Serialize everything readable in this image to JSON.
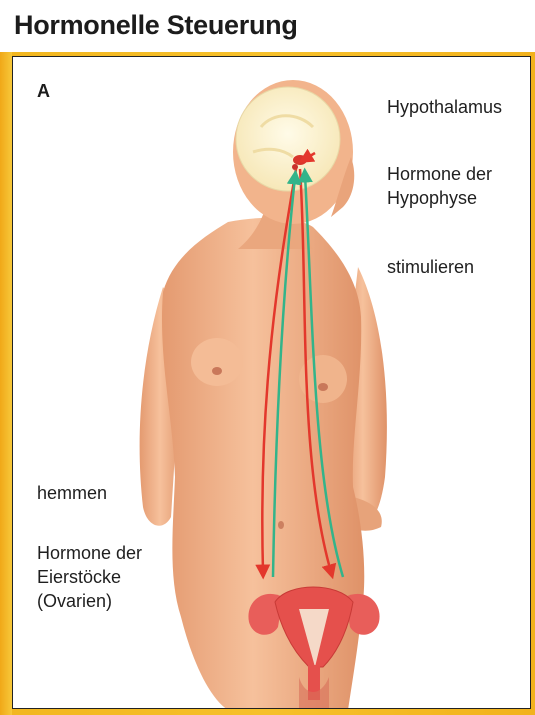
{
  "header": {
    "title": "Hormonelle Steuerung"
  },
  "panel": {
    "letter": "A"
  },
  "labels": {
    "hypothalamus": "Hypothalamus",
    "hypophyse_1": "Hormone der",
    "hypophyse_2": "Hypophyse",
    "stimulieren": "stimulieren",
    "hemmen": "hemmen",
    "ovar_1": "Hormone der",
    "ovar_2": "Eierstöcke",
    "ovar_3": "(Ovarien)"
  },
  "colors": {
    "skin": "#f2b48c",
    "skin_shadow": "#dc8c66",
    "stimulate_arrow": "#e3372c",
    "inhibit_arrow": "#33b48a",
    "frame": "#f4bd25"
  }
}
